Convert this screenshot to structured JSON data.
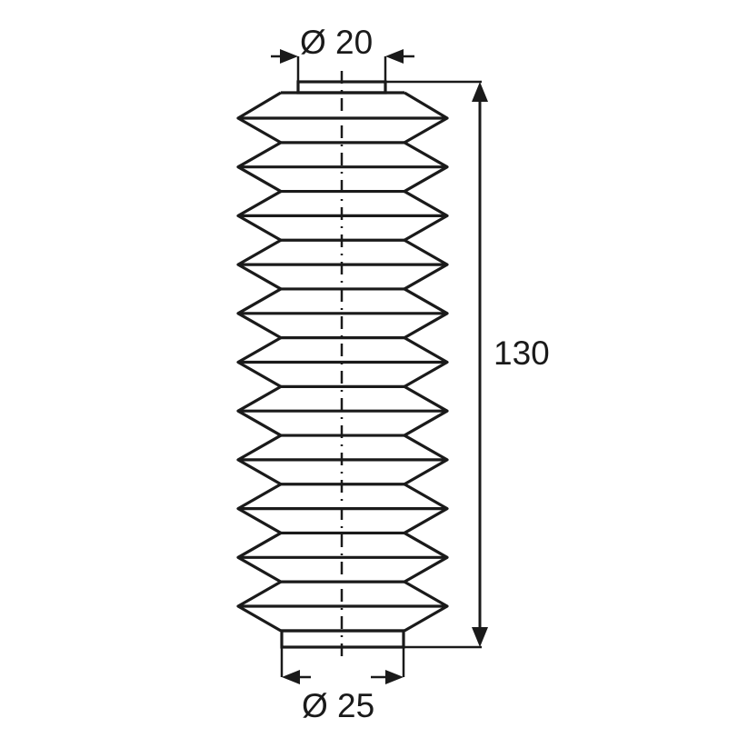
{
  "dimensions": {
    "top_diameter": "Ø 20",
    "bottom_diameter": "Ø 25",
    "length": "130"
  },
  "colors": {
    "line": "#1a1a1a",
    "background": "#ffffff"
  }
}
